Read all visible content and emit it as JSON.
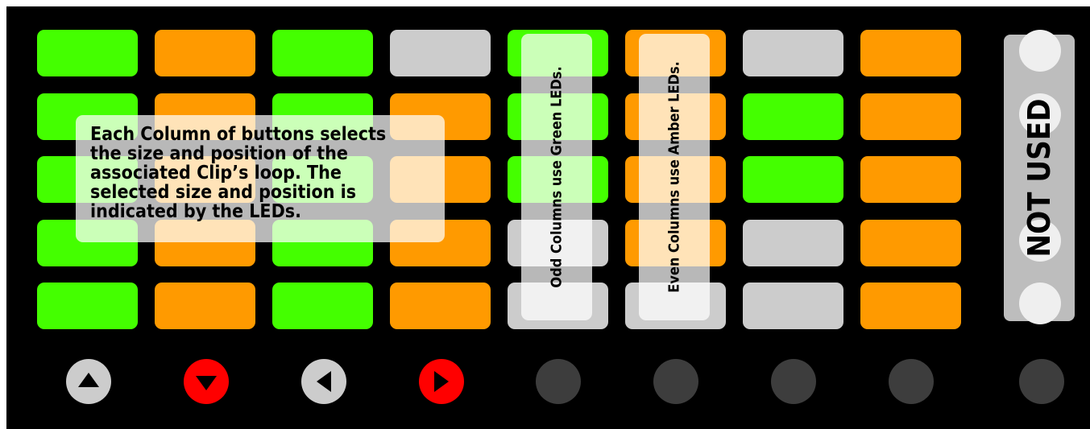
{
  "colors": {
    "green": "#44ff00",
    "amber": "#ff9a00",
    "off": "#cccccc",
    "round_off": "#3d3d3d",
    "icon_gray": "#cccccc",
    "icon_red": "#ff0000",
    "panel": "#000000"
  },
  "grid": {
    "rows": [
      [
        "green",
        "amber",
        "green",
        "off",
        "green",
        "amber",
        "off",
        "amber"
      ],
      [
        "green",
        "amber",
        "green",
        "amber",
        "green",
        "amber",
        "green",
        "amber"
      ],
      [
        "green",
        "amber",
        "green",
        "amber",
        "green",
        "amber",
        "green",
        "amber"
      ],
      [
        "green",
        "amber",
        "green",
        "amber",
        "off",
        "amber",
        "off",
        "amber"
      ],
      [
        "green",
        "amber",
        "green",
        "amber",
        "off",
        "off",
        "off",
        "amber"
      ]
    ]
  },
  "bottom_buttons": [
    {
      "icon": "arrow-up-icon",
      "color": "icon_gray"
    },
    {
      "icon": "arrow-down-icon",
      "color": "icon_red"
    },
    {
      "icon": "arrow-left-icon",
      "color": "icon_gray"
    },
    {
      "icon": "arrow-right-icon",
      "color": "icon_red"
    },
    {
      "icon": "round-button",
      "color": "round_off"
    },
    {
      "icon": "round-button",
      "color": "round_off"
    },
    {
      "icon": "round-button",
      "color": "round_off"
    },
    {
      "icon": "round-button",
      "color": "round_off"
    },
    {
      "icon": "round-button",
      "color": "round_off"
    }
  ],
  "notes": {
    "main_lines": [
      "Each Column of buttons selects",
      "the size and position of the",
      "associated Clip’s loop.  The",
      "selected size and position is",
      "indicated by the LEDs."
    ],
    "odd_columns": "Odd Columns use Green LEDs.",
    "even_columns": "Even Columns use Amber LEDs."
  },
  "scene_launch": {
    "label": "NOT USED",
    "button_count": 4
  }
}
